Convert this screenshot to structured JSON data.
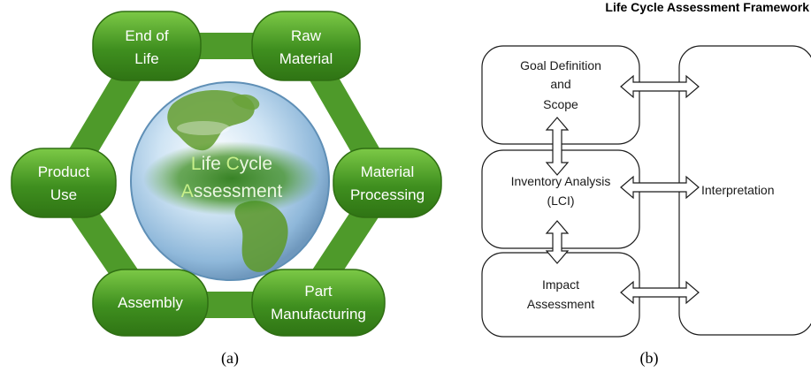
{
  "left_diagram": {
    "center": {
      "line1_initial": "L",
      "line1_rest": "ife ",
      "line1_initial2": "C",
      "line1_rest2": "ycle",
      "line2_initial": "A",
      "line2_rest": "ssessment"
    },
    "phases": {
      "end_of_life": [
        "End of",
        "Life"
      ],
      "raw_material": [
        "Raw",
        "Material"
      ],
      "product_use": [
        "Product",
        "Use"
      ],
      "material_processing": [
        "Material",
        "Processing"
      ],
      "assembly": [
        "Assembly"
      ],
      "part_manufacturing": [
        "Part",
        "Manufacturing"
      ]
    },
    "caption": "(a)",
    "colors": {
      "ring": "#4e9a2a",
      "pill": "#3f8a1f",
      "pill_highlight": "#6bbf3a",
      "globe": "#9cc8e8",
      "land": "#6aa23a"
    }
  },
  "right_diagram": {
    "title": "Life Cycle Assessment Framework",
    "boxes": {
      "goal": [
        "Goal Definition",
        "and",
        "Scope"
      ],
      "inventory": [
        "Inventory Analysis",
        "(LCI)"
      ],
      "impact": [
        "Impact",
        "Assessment"
      ],
      "interpretation": "Interpretation"
    },
    "caption": "(b)"
  }
}
